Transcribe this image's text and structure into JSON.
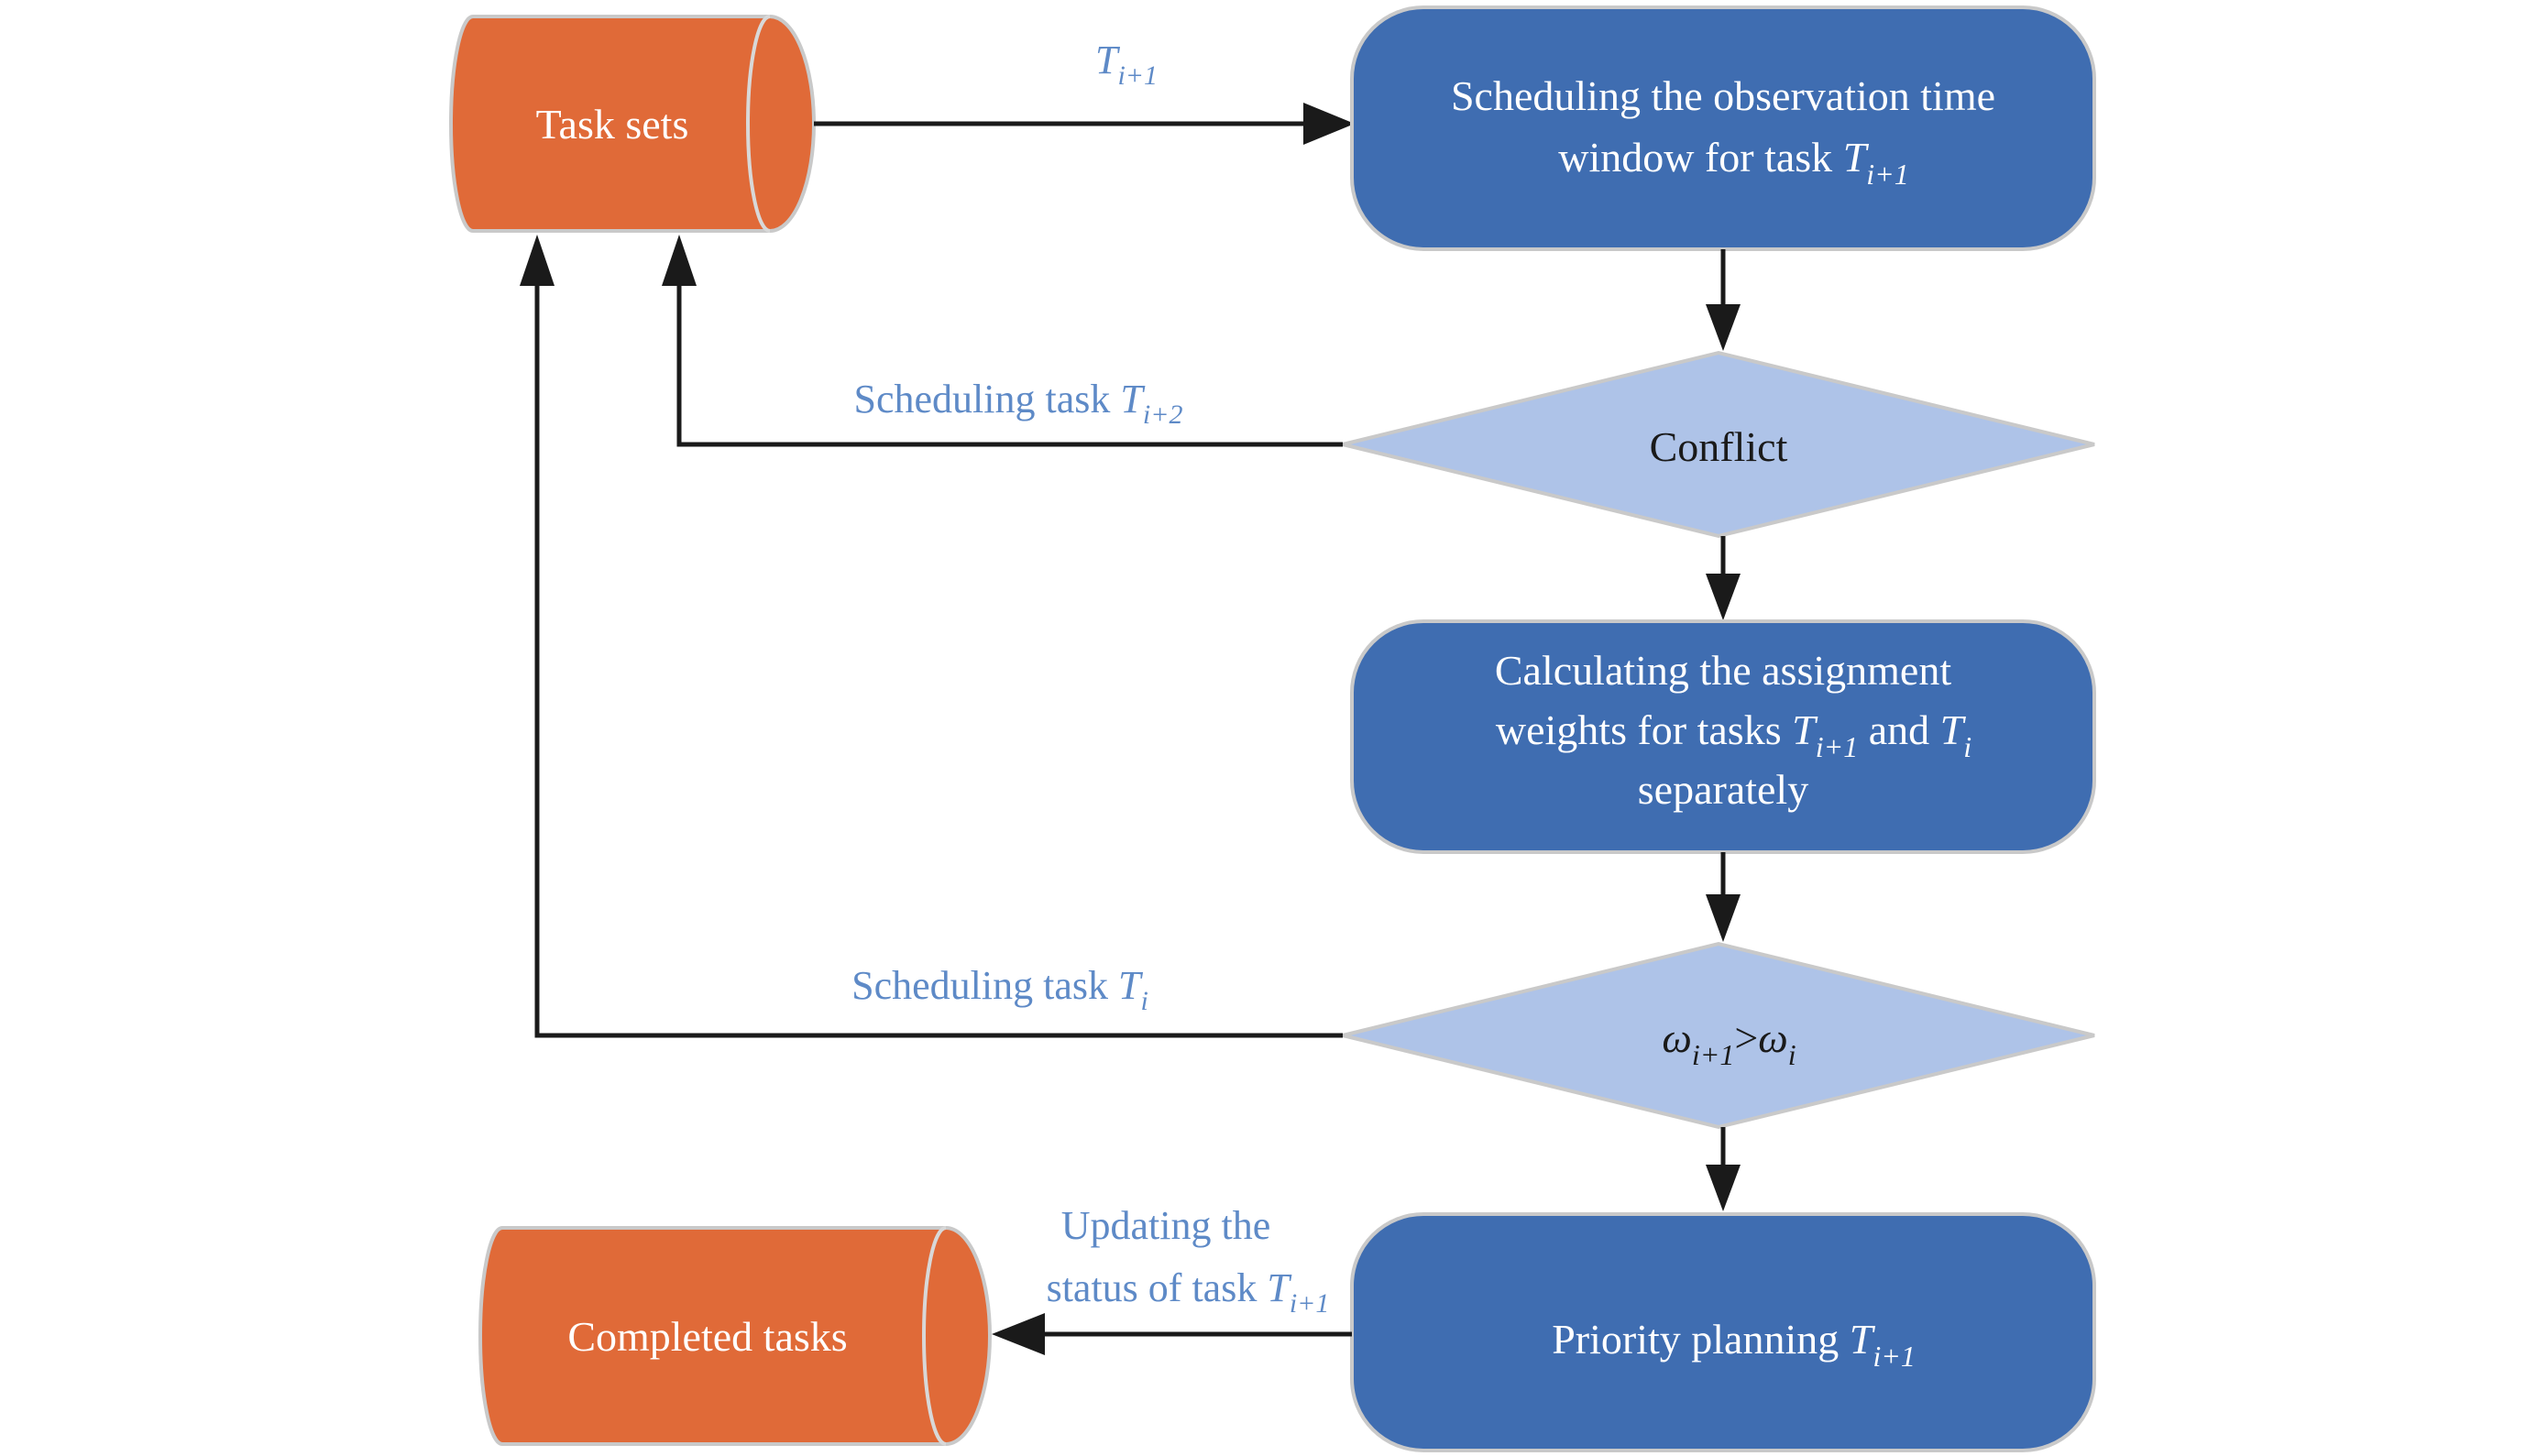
{
  "diagram": {
    "description": "Flowchart of priority-based satellite task scheduling",
    "colors": {
      "node_blue": "#3f6db1",
      "diamond_blue": "#aec3e8",
      "cylinder_orange": "#e06a38",
      "label_blue": "#5e8ac7",
      "line_black": "#1a1a1a",
      "border_gray": "#c9c9c9",
      "text_white": "#ffffff"
    },
    "nodes": {
      "task_sets": {
        "label": "Task sets"
      },
      "scheduling_window": {
        "line1": "Scheduling the observation time",
        "line2_prefix": "window for task ",
        "line2_var": "T",
        "line2_sub": "i+1"
      },
      "conflict": {
        "label": "Conflict"
      },
      "calc_weights": {
        "line1": "Calculating the assignment",
        "line2_prefix": "weights for tasks ",
        "line2_var1": "T",
        "line2_sub1": "i+1",
        "line2_mid": " and ",
        "line2_var2": "T",
        "line2_sub2": "i",
        "line3": "separately"
      },
      "omega_compare": {
        "var1": "ω",
        "sub1": "i+1",
        "op": ">",
        "var2": "ω",
        "sub2": "i"
      },
      "priority_planning": {
        "prefix": "Priority planning ",
        "var": "T",
        "sub": "i+1"
      },
      "completed_tasks": {
        "label": "Completed tasks"
      }
    },
    "edges": {
      "t_next": {
        "var": "T",
        "sub": "i+1"
      },
      "sched_t_i2": {
        "prefix": "Scheduling task ",
        "var": "T",
        "sub": "i+2"
      },
      "sched_t_i": {
        "prefix": "Scheduling task ",
        "var": "T",
        "sub": "i"
      },
      "updating": {
        "line1": "Updating the",
        "line2_prefix": "status of task ",
        "var": "T",
        "sub": "i+1"
      }
    }
  }
}
